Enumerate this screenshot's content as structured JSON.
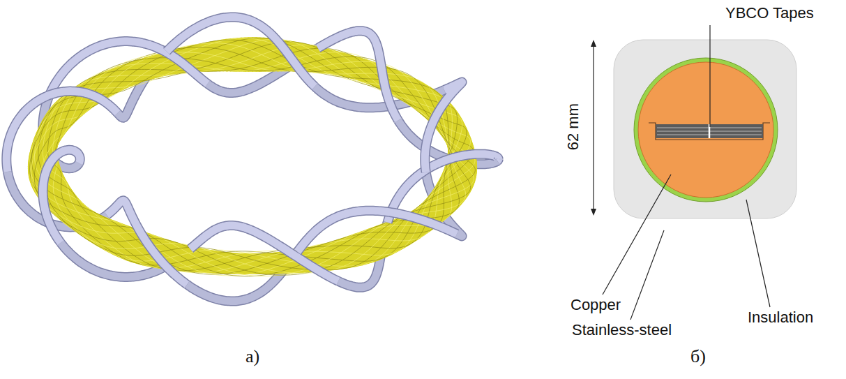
{
  "diagram": {
    "labels": [
      "YBCO Tapes",
      "62 mm",
      "Copper",
      "Stainless-steel",
      "Insulation",
      "а)",
      "б)"
    ]
  }
}
